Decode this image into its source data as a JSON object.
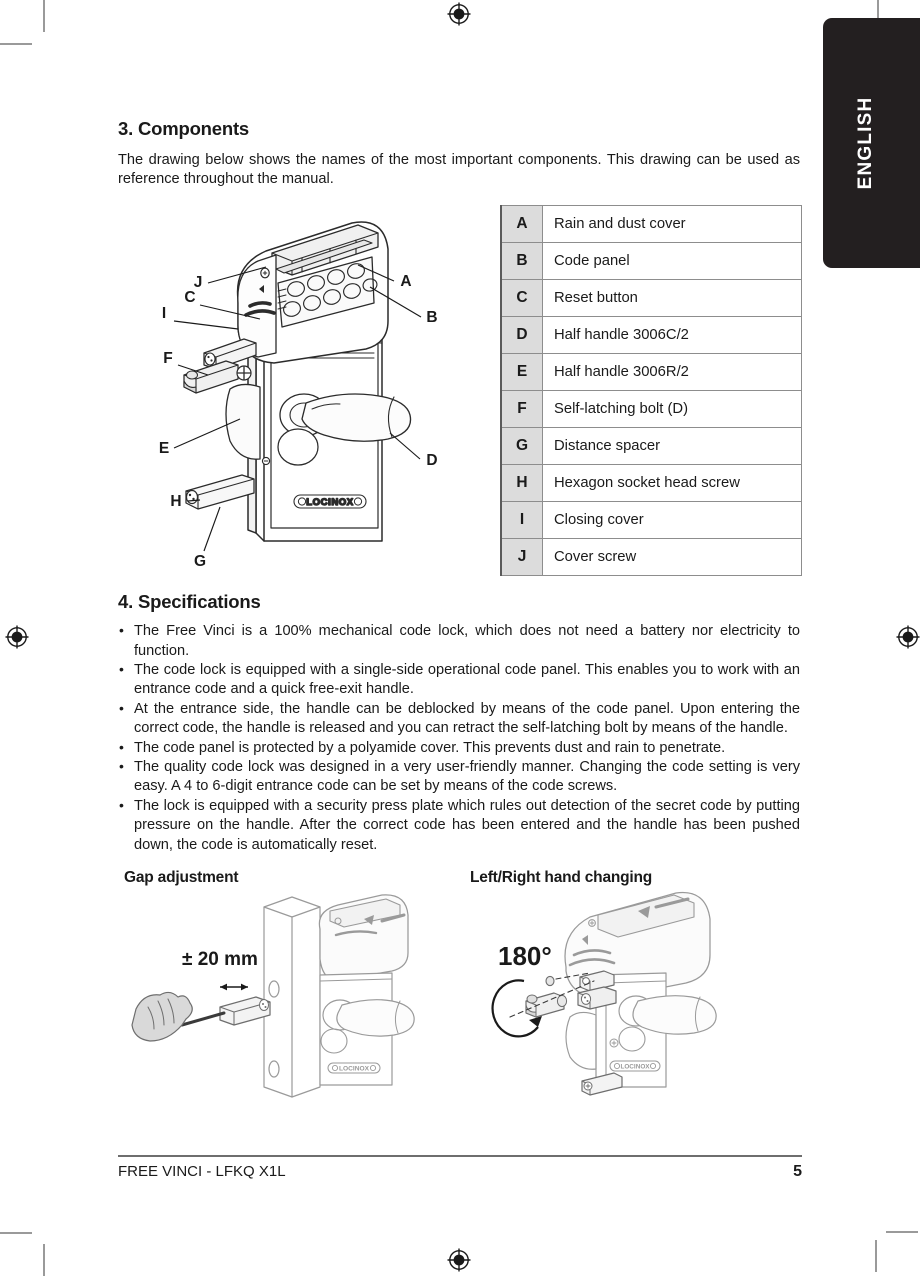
{
  "language_tab": {
    "label": "ENGLISH"
  },
  "sections": {
    "components": {
      "heading": "3. Components",
      "intro": "The drawing below shows the names of the most important components. This drawing can be used as reference throughout the manual.",
      "drawing": {
        "brand_logo": "LOCINOX",
        "callouts": [
          "J",
          "A",
          "C",
          "I",
          "B",
          "F",
          "E",
          "D",
          "H",
          "G"
        ]
      },
      "table": {
        "rows": [
          {
            "key": "A",
            "value": "Rain and dust cover"
          },
          {
            "key": "B",
            "value": "Code panel"
          },
          {
            "key": "C",
            "value": "Reset button"
          },
          {
            "key": "D",
            "value": "Half handle 3006C/2"
          },
          {
            "key": "E",
            "value": "Half handle 3006R/2"
          },
          {
            "key": "F",
            "value": "Self-latching bolt (D)"
          },
          {
            "key": "G",
            "value": "Distance spacer"
          },
          {
            "key": "H",
            "value": "Hexagon socket head screw"
          },
          {
            "key": "I",
            "value": "Closing cover"
          },
          {
            "key": "J",
            "value": "Cover screw"
          }
        ]
      }
    },
    "specifications": {
      "heading": "4. Specifications",
      "bullets": [
        "The Free Vinci is a 100% mechanical code lock, which does not need a battery nor electricity to function.",
        "The code lock is equipped with a single-side operational code panel. This enables you to work with an entrance code and a quick free-exit handle.",
        "At the entrance side, the handle can be deblocked by means of the code panel. Upon entering the correct code, the handle is released and you can retract the self-latching bolt by means of the handle.",
        "The code panel is protected by a polyamide cover. This prevents dust and rain to penetrate.",
        "The quality code lock was designed in a very user-friendly manner. Changing the code setting is very easy. A 4 to 6-digit entrance code can be set by means of the code screws.",
        "The lock is equipped with a security press plate which rules out detection of the secret code by putting pressure on the handle. After the correct code has been entered and the handle has been pushed down, the code is automatically reset."
      ]
    },
    "figures": {
      "gap_adjustment": {
        "heading": "Gap adjustment",
        "measure_label": "± 20 mm",
        "brand_logo": "LOCINOX"
      },
      "hand_changing": {
        "heading": "Left/Right hand changing",
        "rotation_label": "180°",
        "brand_logo": "LOCINOX"
      }
    }
  },
  "footer": {
    "document": "FREE VINCI - LFKQ X1L",
    "page_number": "5"
  },
  "colors": {
    "tab_background": "#231f20",
    "tab_text": "#ffffff",
    "table_key_fill": "#dcdcdc",
    "table_border": "#8d8d8d",
    "crop_mark": "#9a9a9a",
    "ink": "#1a1a1a"
  }
}
